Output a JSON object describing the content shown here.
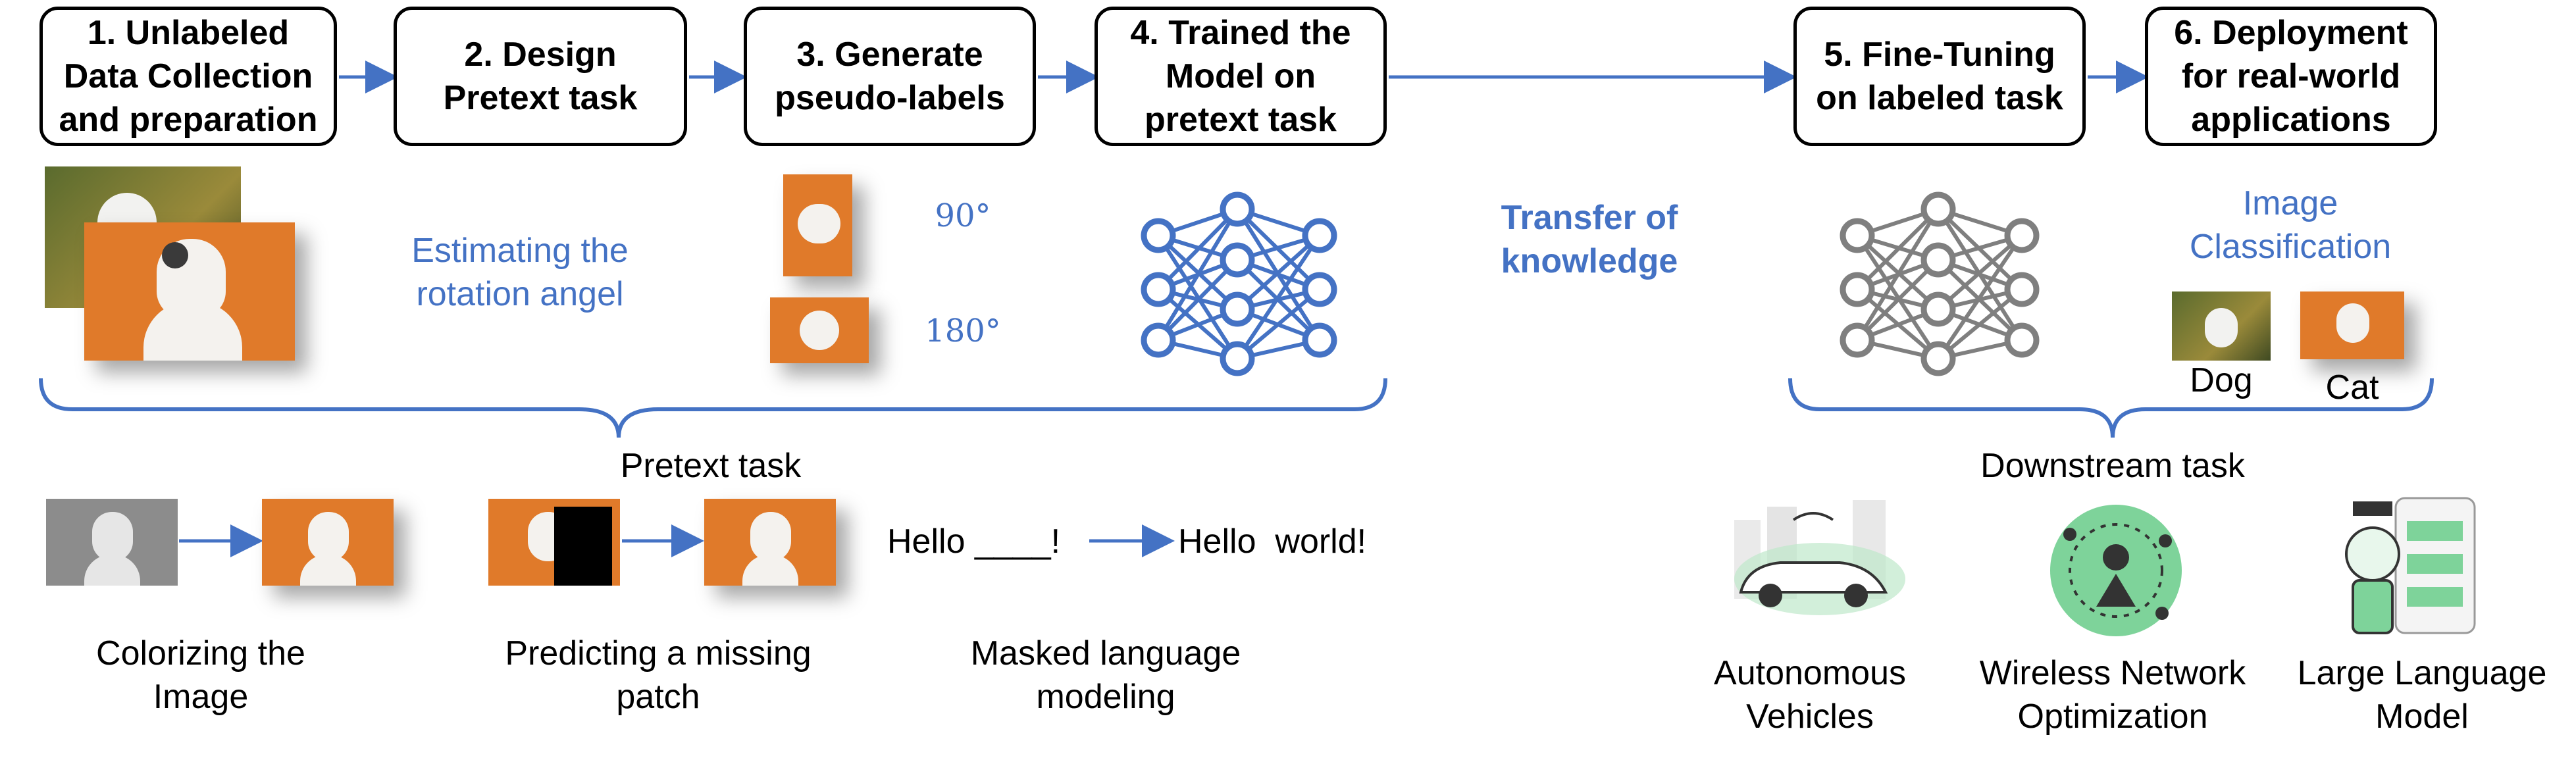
{
  "steps": [
    "1. Unlabeled\nData Collection\nand preparation",
    "2. Design\nPretext task",
    "3. Generate\npseudo-labels",
    "4. Trained the\nModel on\npretext task",
    "5. Fine-Tuning\non labeled task",
    "6. Deployment\nfor real-world\napplications"
  ],
  "pretext": {
    "rotation_label": "Estimating the\nrotation angel",
    "angle_90": "90°",
    "angle_180": "180°",
    "brace_label": "Pretext task",
    "examples": {
      "colorize": "Colorizing the\nImage",
      "patch": "Predicting a missing\npatch",
      "masked": "Masked language\nmodeling",
      "hello_masked": "Hello ____!",
      "hello_world": "Hello  world!"
    }
  },
  "transfer_label": "Transfer of\nknowledge",
  "downstream": {
    "classification_label": "Image\nClassification",
    "dog": "Dog",
    "cat": "Cat",
    "brace_label": "Downstream task",
    "applications": [
      "Autonomous\nVehicles",
      "Wireless Network\nOptimization",
      "Large Language\nModel"
    ]
  },
  "colors": {
    "accent": "#4472c4",
    "network_blue": "#4472c4",
    "network_gray": "#7f7f7f",
    "photo_orange": "#e07a2a",
    "icon_green": "#7ed39a"
  }
}
